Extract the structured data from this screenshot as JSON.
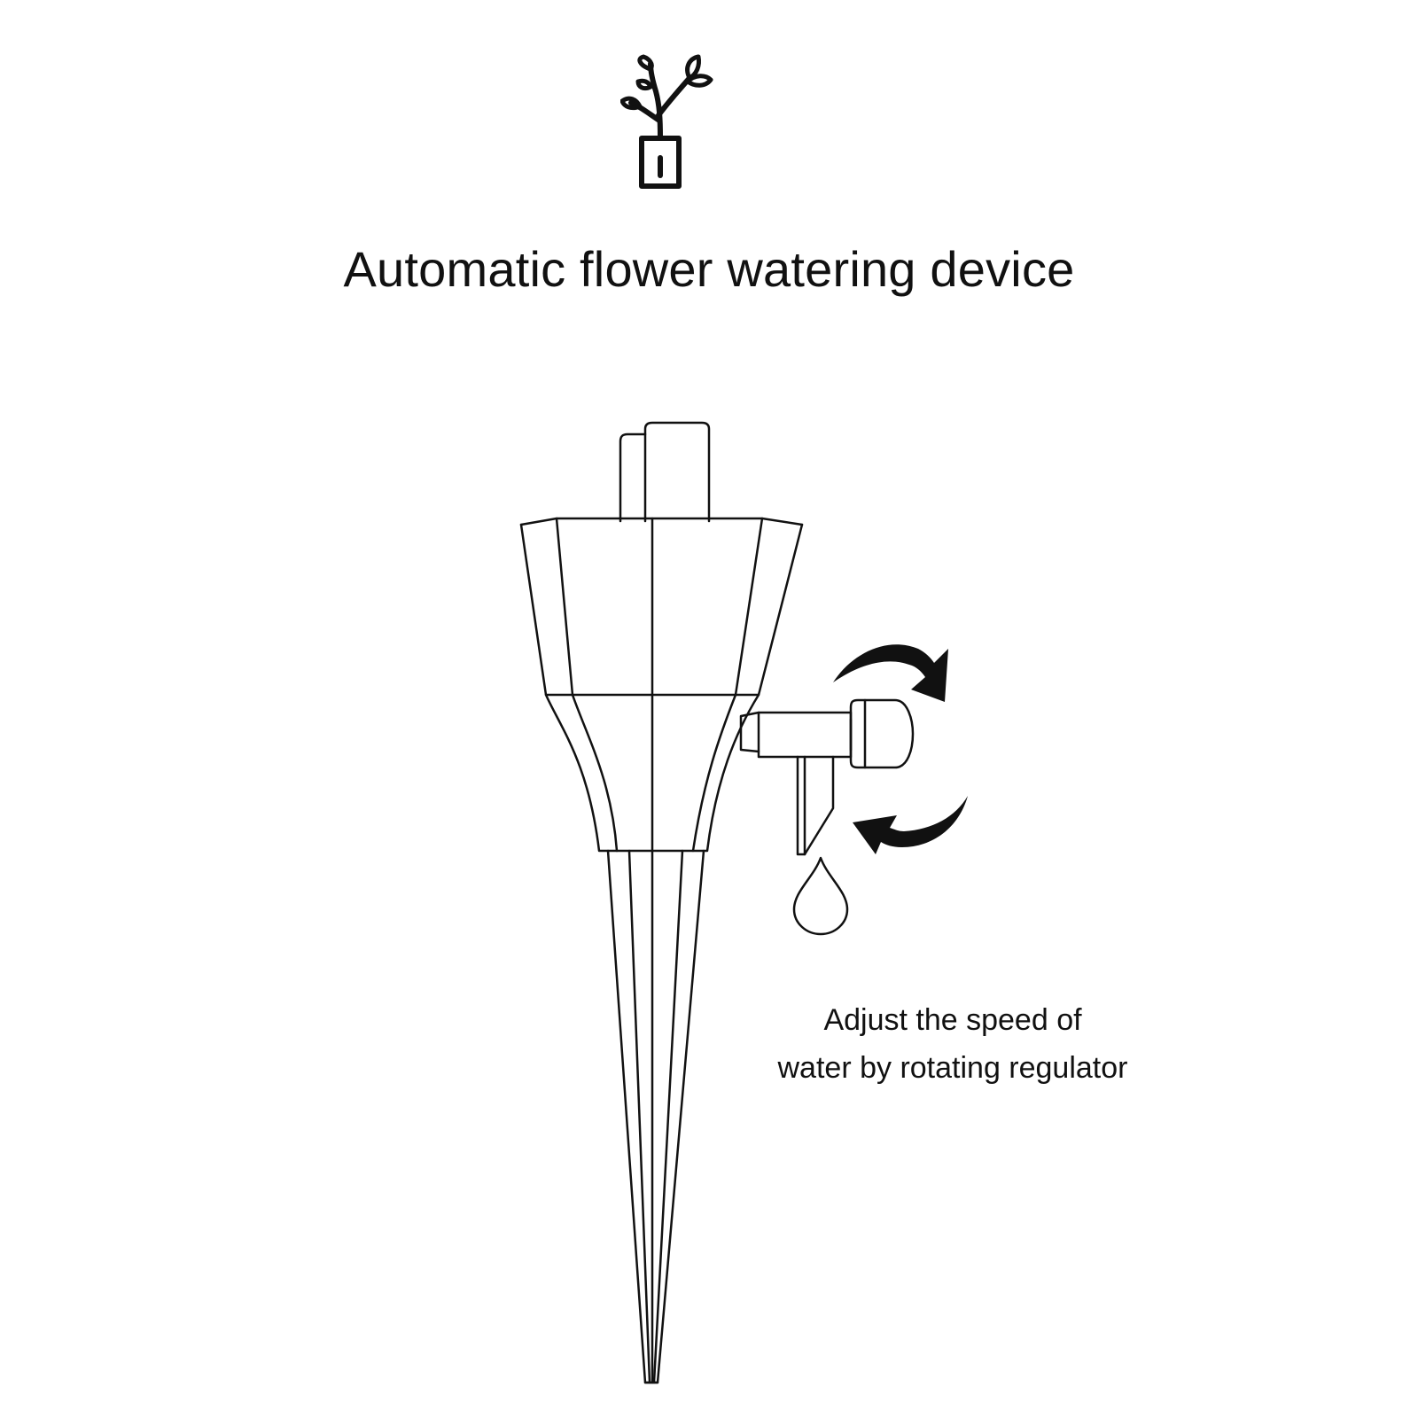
{
  "title": "Automatic flower watering device",
  "caption": {
    "line1": "Adjust the speed of",
    "line2": "water by rotating regulator"
  },
  "icons": {
    "logo": "plant-in-pot-icon",
    "rotate_cw": "rotate-arrow-icon",
    "rotate_ccw": "rotate-arrow-icon",
    "water_drop": "water-drop-icon"
  },
  "colors": {
    "ink": "#111111",
    "background": "#ffffff"
  }
}
